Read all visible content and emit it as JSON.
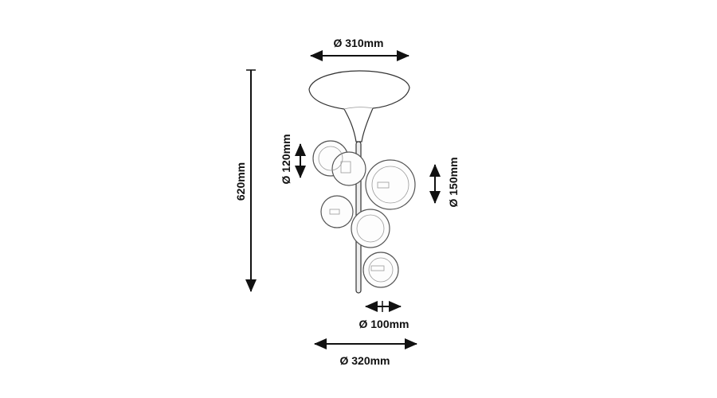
{
  "dimensions": {
    "canopy_diameter": "Ø 310mm",
    "height": "620mm",
    "small_globe_diameter": "Ø 120mm",
    "large_globe_diameter": "Ø 150mm",
    "rod_spread": "Ø 100mm",
    "overall_diameter": "Ø 320mm"
  },
  "colors": {
    "line": "#111111",
    "background": "#ffffff"
  }
}
